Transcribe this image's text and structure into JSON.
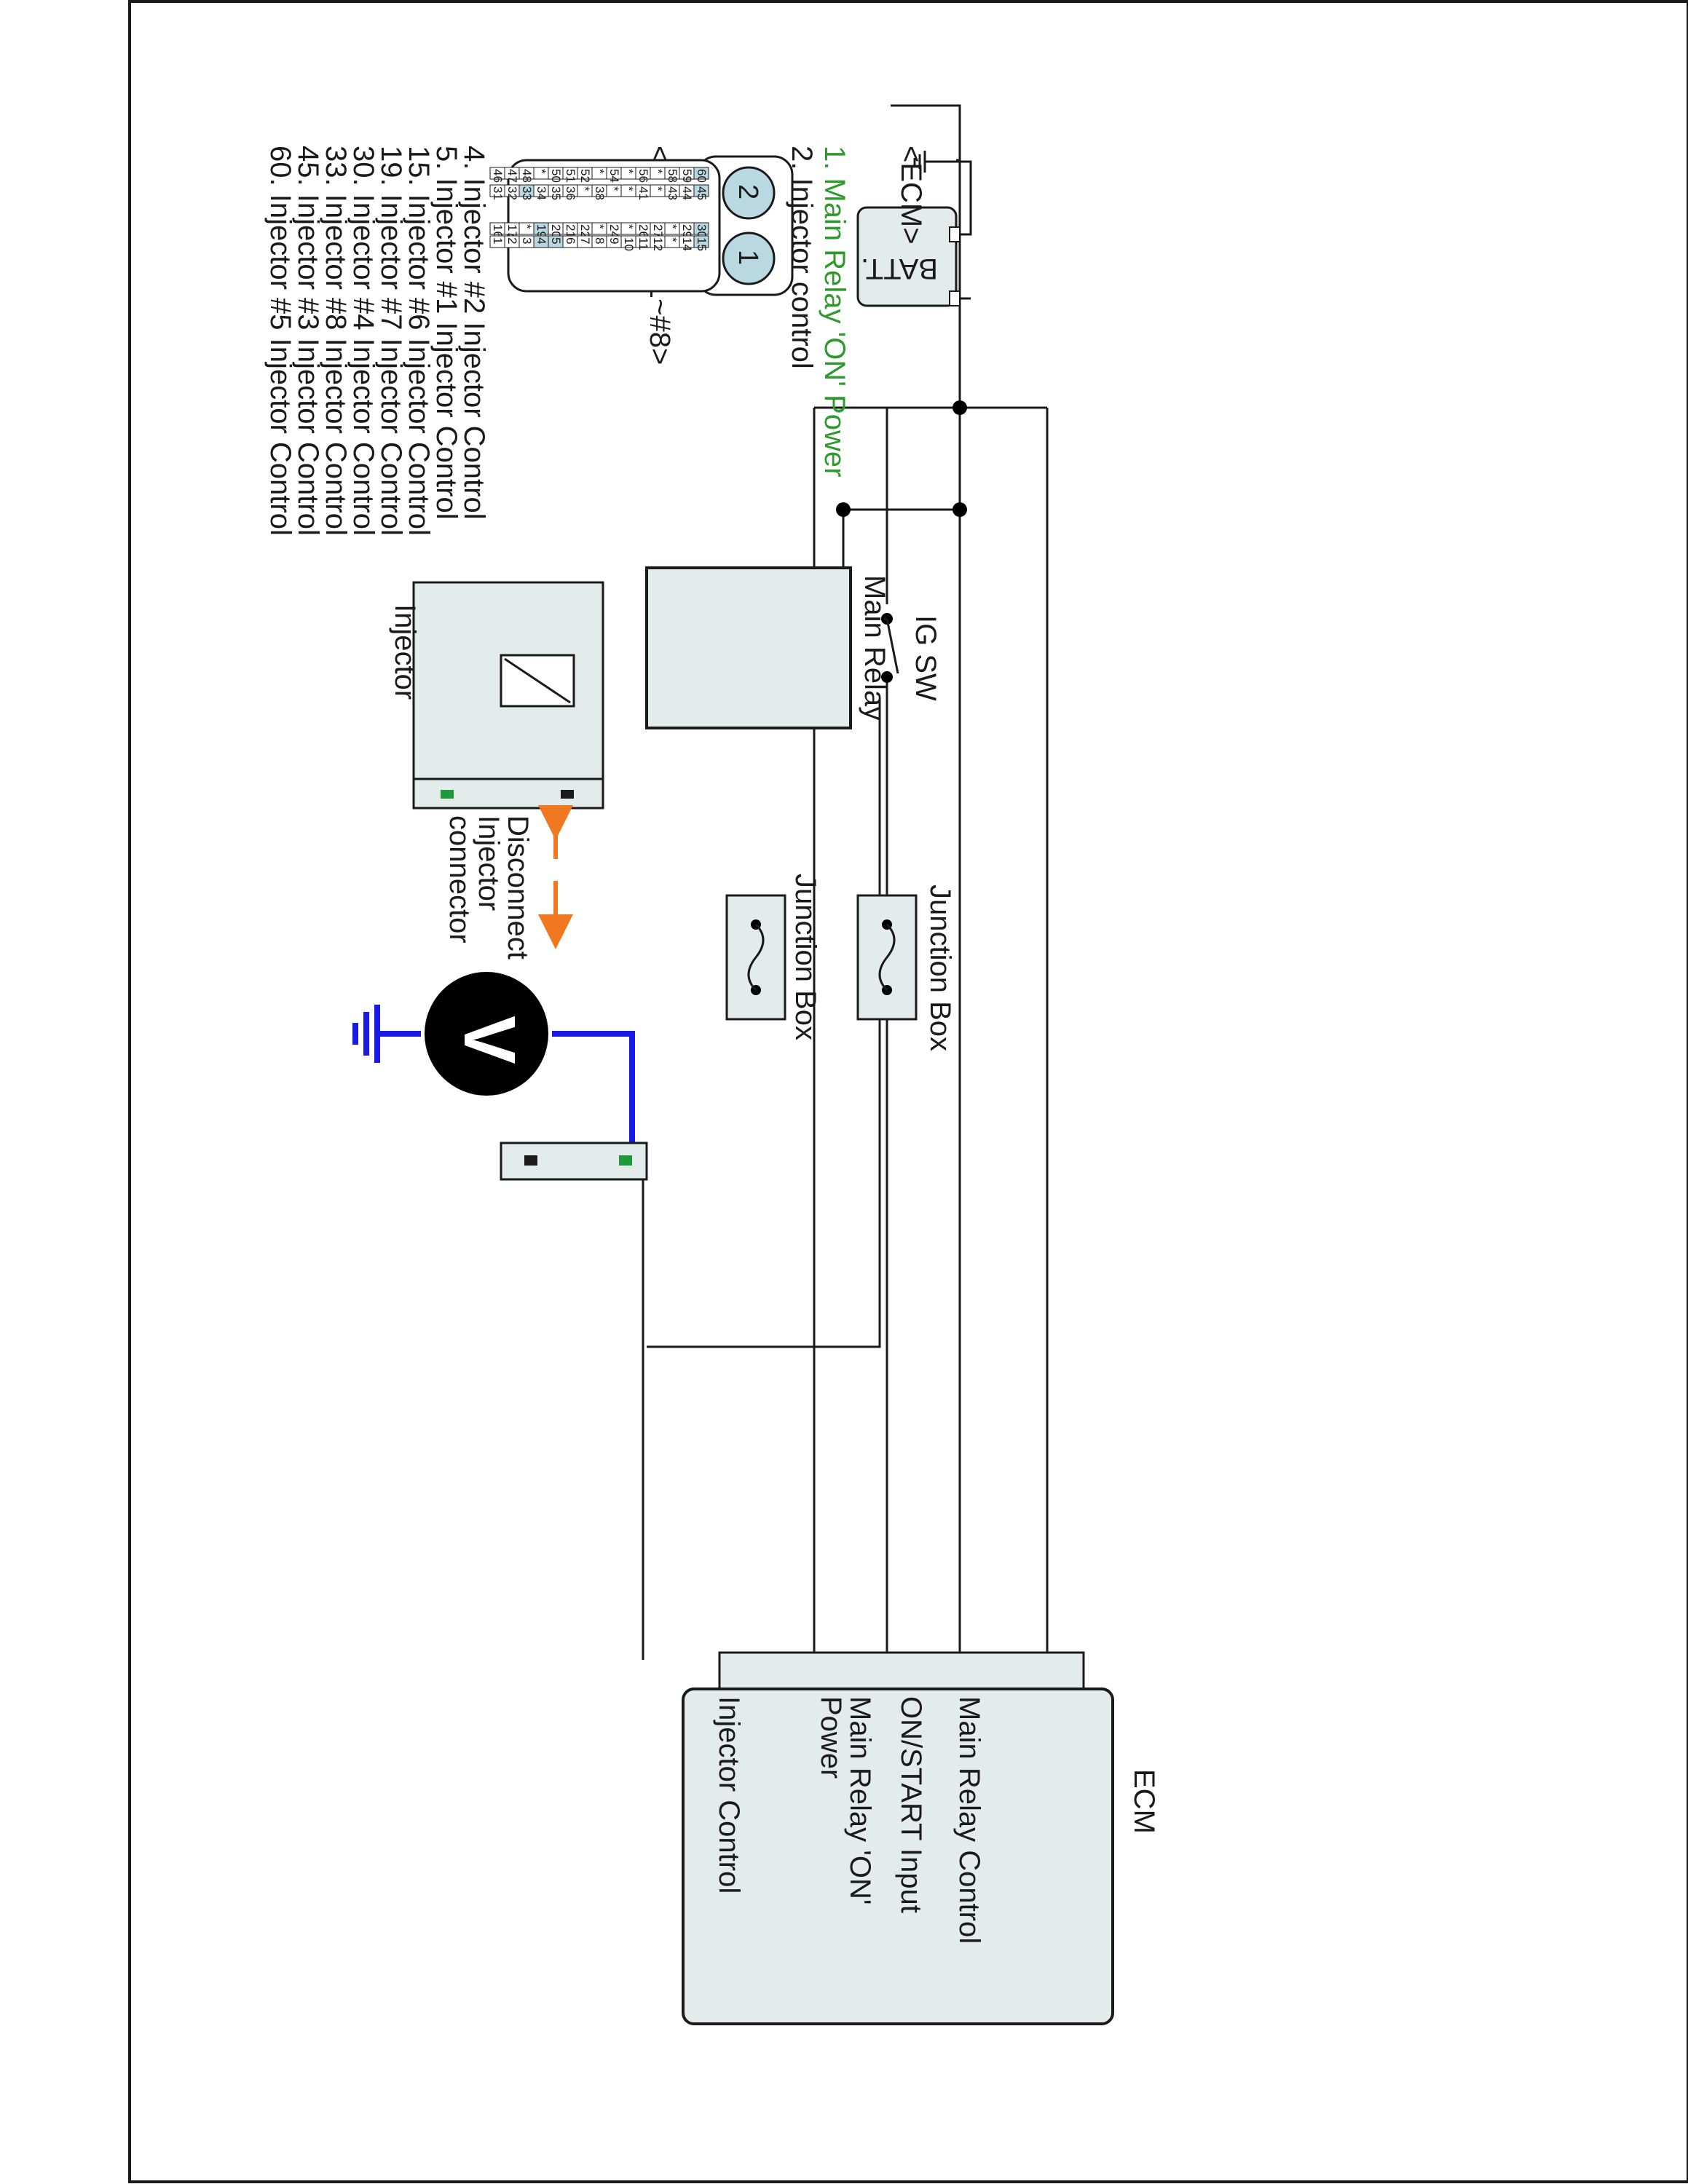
{
  "components": {
    "battery": {
      "label": "BATT."
    },
    "ig_switch": {
      "label": "IG SW"
    },
    "main_relay": {
      "label": "Main Relay"
    },
    "junction_box_1": {
      "label": "Junction Box"
    },
    "junction_box_2": {
      "label": "Junction Box"
    },
    "injector": {
      "label": "Injector"
    },
    "ecm": {
      "label": "ECM",
      "pins": {
        "on_start": "ON/START Input",
        "relay_control": "Main Relay Control",
        "relay_power_1": "Main Relay 'ON'",
        "relay_power_2": "Power",
        "injector_control": "Injector Control"
      }
    }
  },
  "test_note": {
    "line1": "Disconnect",
    "line2": "Injector",
    "line3": "connector"
  },
  "voltmeter": {
    "symbol": "V"
  },
  "injector_connector": {
    "title": "<Injector #1~#8>",
    "pin_1": "1",
    "pin_2": "2",
    "pins": [
      {
        "text": "1. Main Relay 'ON' Power",
        "highlight": true
      },
      {
        "text": "2. Injector control",
        "highlight": false
      }
    ]
  },
  "ecm_connector": {
    "title": "<ECM>",
    "row1": [
      "60",
      "59",
      "58",
      "*",
      "56",
      "*",
      "54",
      "*",
      "52",
      "51",
      "50",
      "*",
      "48",
      "47",
      "46"
    ],
    "row2": [
      "45",
      "44",
      "43",
      "*",
      "41",
      "*",
      "*",
      "38",
      "*",
      "36",
      "35",
      "34",
      "33",
      "32",
      "31"
    ],
    "row3": [
      "30",
      "29",
      "*",
      "27",
      "26",
      "*",
      "24",
      "*",
      "22",
      "21",
      "20",
      "19",
      "*",
      "17",
      "16"
    ],
    "row4": [
      "15",
      "14",
      "*",
      "12",
      "11",
      "10",
      "9",
      "8",
      "7",
      "6",
      "5",
      "4",
      "3",
      "2",
      "1"
    ],
    "highlighted": [
      "60",
      "45",
      "30",
      "15",
      "33",
      "19",
      "5",
      "4"
    ],
    "pins": [
      {
        "text": "4.    Injector #2 Injector Control"
      },
      {
        "text": "5.    Injector #1 Injector Control"
      },
      {
        "text": "15. Injector #6 Injector Control"
      },
      {
        "text": "19. Injector #7 Injector Control"
      },
      {
        "text": "30. Injector #4 Injector Control"
      },
      {
        "text": "33. Injector #8 Injector Control"
      },
      {
        "text": "45. Injector #3 Injector Control"
      },
      {
        "text": "60. Injector #5 Injector Control"
      }
    ]
  },
  "colors": {
    "measure_lead": "#1a1ae6",
    "test_arrow": "#f07820",
    "highlight_text": "#2e9a2e",
    "pin_highlight": "#b9d8e2",
    "terminal_green": "#1f9a3a"
  }
}
